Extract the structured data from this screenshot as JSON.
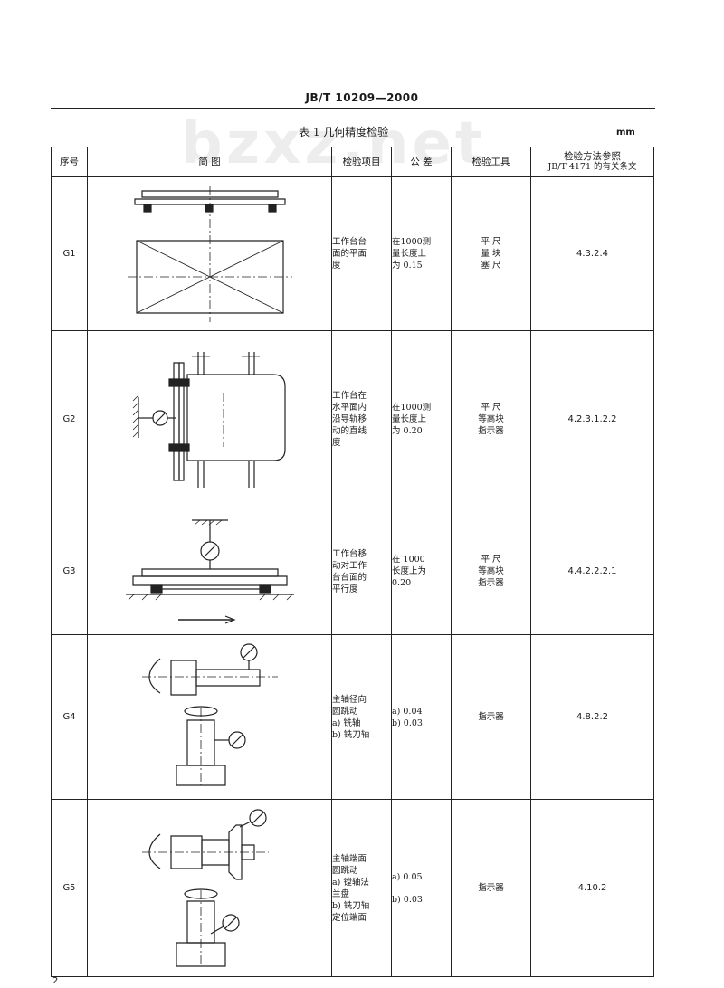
{
  "header": {
    "standard_no": "JB/T 10209—2000"
  },
  "table_caption": "表 1  几何精度检验",
  "unit": "mm",
  "watermark": "bzxz.net",
  "columns": {
    "seq": "序号",
    "figure": "简    图",
    "item": "检验项目",
    "tolerance": "公    差",
    "tool": "检验工具",
    "method_line1": "检验方法参照",
    "method_line2": "JB/T 4171 的有关条文"
  },
  "rows": [
    {
      "no": "G1",
      "item": [
        "工作台台",
        "面的平面",
        "度"
      ],
      "tolerance": [
        "在1000测",
        "量长度上",
        "为 0.15"
      ],
      "tools": [
        "平    尺",
        "量    块",
        "塞    尺"
      ],
      "ref": "4.3.2.4"
    },
    {
      "no": "G2",
      "item": [
        "工作台在",
        "水平面内",
        "沿导轨移",
        "动的直线",
        "度"
      ],
      "tolerance": [
        "在1000测",
        "量长度上",
        "为 0.20"
      ],
      "tools": [
        "平    尺",
        "等高块",
        "指示器"
      ],
      "ref": "4.2.3.1.2.2"
    },
    {
      "no": "G3",
      "item": [
        "工作台移",
        "动对工作",
        "台台面的",
        "平行度"
      ],
      "tolerance": [
        "在 1000",
        "长度上为",
        "0.20"
      ],
      "tools": [
        "平    尺",
        "等高块",
        "指示器"
      ],
      "ref": "4.4.2.2.2.1"
    },
    {
      "no": "G4",
      "item": [
        "主轴径向",
        "圆跳动",
        "a) 铣轴",
        "b) 铣刀轴"
      ],
      "tolerance": [
        "a) 0.04",
        "b) 0.03"
      ],
      "tools": [
        "指示器"
      ],
      "ref": "4.8.2.2"
    },
    {
      "no": "G5",
      "item": [
        "主轴端面",
        "圆跳动",
        "a) 镗轴法",
        "兰盘",
        "b) 铣刀轴",
        "定位端面"
      ],
      "tolerance": [
        "a) 0.05",
        "b) 0.03"
      ],
      "tools": [
        "指示器"
      ],
      "ref": "4.10.2"
    }
  ],
  "page_number": "2"
}
